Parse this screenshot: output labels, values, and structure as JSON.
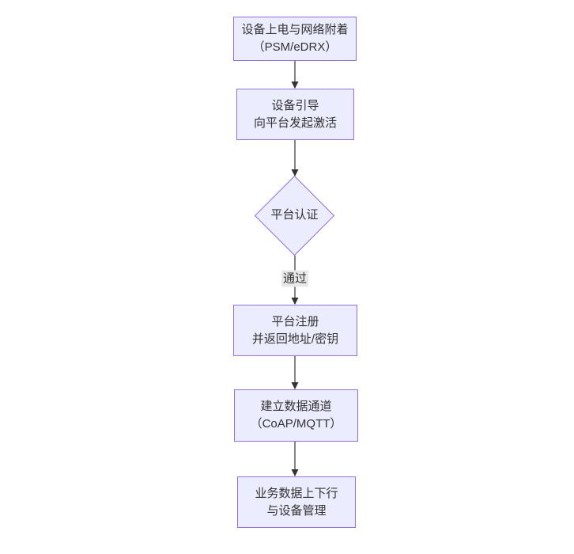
{
  "diagram": {
    "type": "flowchart-vertical",
    "nodes": [
      {
        "id": "A",
        "shape": "rect",
        "line1": "设备上电与网络附着",
        "line2": "（PSM/eDRX）"
      },
      {
        "id": "B",
        "shape": "rect",
        "line1": "设备引导",
        "line2": "向平台发起激活"
      },
      {
        "id": "C",
        "shape": "diamond",
        "label": "平台认证"
      },
      {
        "id": "D",
        "shape": "rect",
        "line1": "平台注册",
        "line2": "并返回地址/密钥"
      },
      {
        "id": "E",
        "shape": "rect",
        "line1": "建立数据通道",
        "line2": "（CoAP/MQTT）"
      },
      {
        "id": "F",
        "shape": "rect",
        "line1": "业务数据上下行",
        "line2": "与设备管理"
      }
    ],
    "edges": [
      {
        "from": "A",
        "to": "B",
        "label": ""
      },
      {
        "from": "B",
        "to": "C",
        "label": ""
      },
      {
        "from": "C",
        "to": "D",
        "label": "通过"
      },
      {
        "from": "D",
        "to": "E",
        "label": ""
      },
      {
        "from": "E",
        "to": "F",
        "label": ""
      }
    ],
    "edge_label": "通过",
    "colors": {
      "node_fill": "#ECECFF",
      "node_border": "#9370DB",
      "arrow": "#333333",
      "edge_label_bg": "#E8E8E8",
      "text": "#333333",
      "background": "#FFFFFF"
    }
  }
}
